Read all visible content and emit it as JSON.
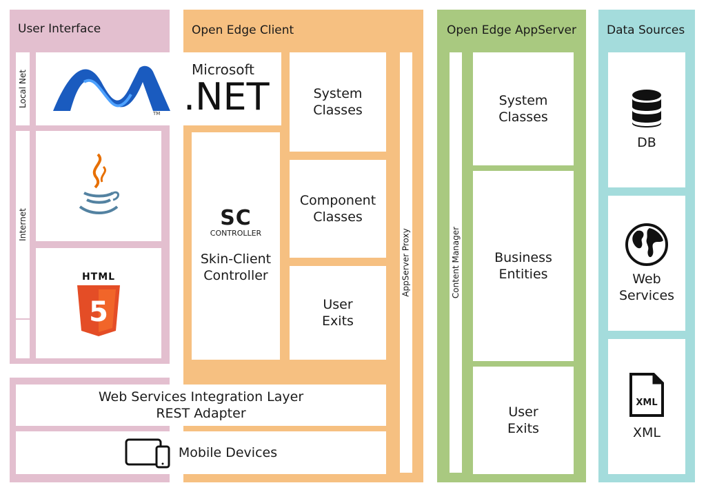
{
  "user_interface": {
    "title": "User Interface",
    "local_net_label": "Local Net",
    "internet_label": "Internet",
    "dotnet_brand": "Microsoft",
    "dotnet_text": ".NET",
    "html_badge_text": "HTML",
    "html_version": "5"
  },
  "open_edge_client": {
    "title": "Open Edge Client",
    "system_classes": "System Classes",
    "component_classes": "Component Classes",
    "user_exits": "User Exits",
    "sc_logo": "SC",
    "sc_logo_sub": "CONTROLLER",
    "skin_client": "Skin-Client Controller",
    "appserver_proxy": "AppServer Proxy"
  },
  "bottom": {
    "ws_integration_line1": "Web Services Integration Layer",
    "ws_integration_line2": "REST Adapter",
    "mobile_devices": "Mobile Devices"
  },
  "open_edge_appserver": {
    "title": "Open Edge AppServer",
    "content_manager": "Content Manager",
    "system_classes": "System Classes",
    "business_entities": "Business Entities",
    "user_exits": "User Exits"
  },
  "data_sources": {
    "title": "Data Sources",
    "db": "DB",
    "web_services": "Web Services",
    "xml": "XML",
    "xml_icon_text": "XML"
  },
  "colors": {
    "user_interface": "#e3bfcf",
    "open_edge_client": "#f6c081",
    "open_edge_appserver": "#a9c980",
    "data_sources": "#a4dcdc",
    "html5_orange": "#e44d26",
    "java_red": "#e76f00",
    "java_blue": "#5382a1",
    "dotnet_blue": "#1a5bbf"
  }
}
